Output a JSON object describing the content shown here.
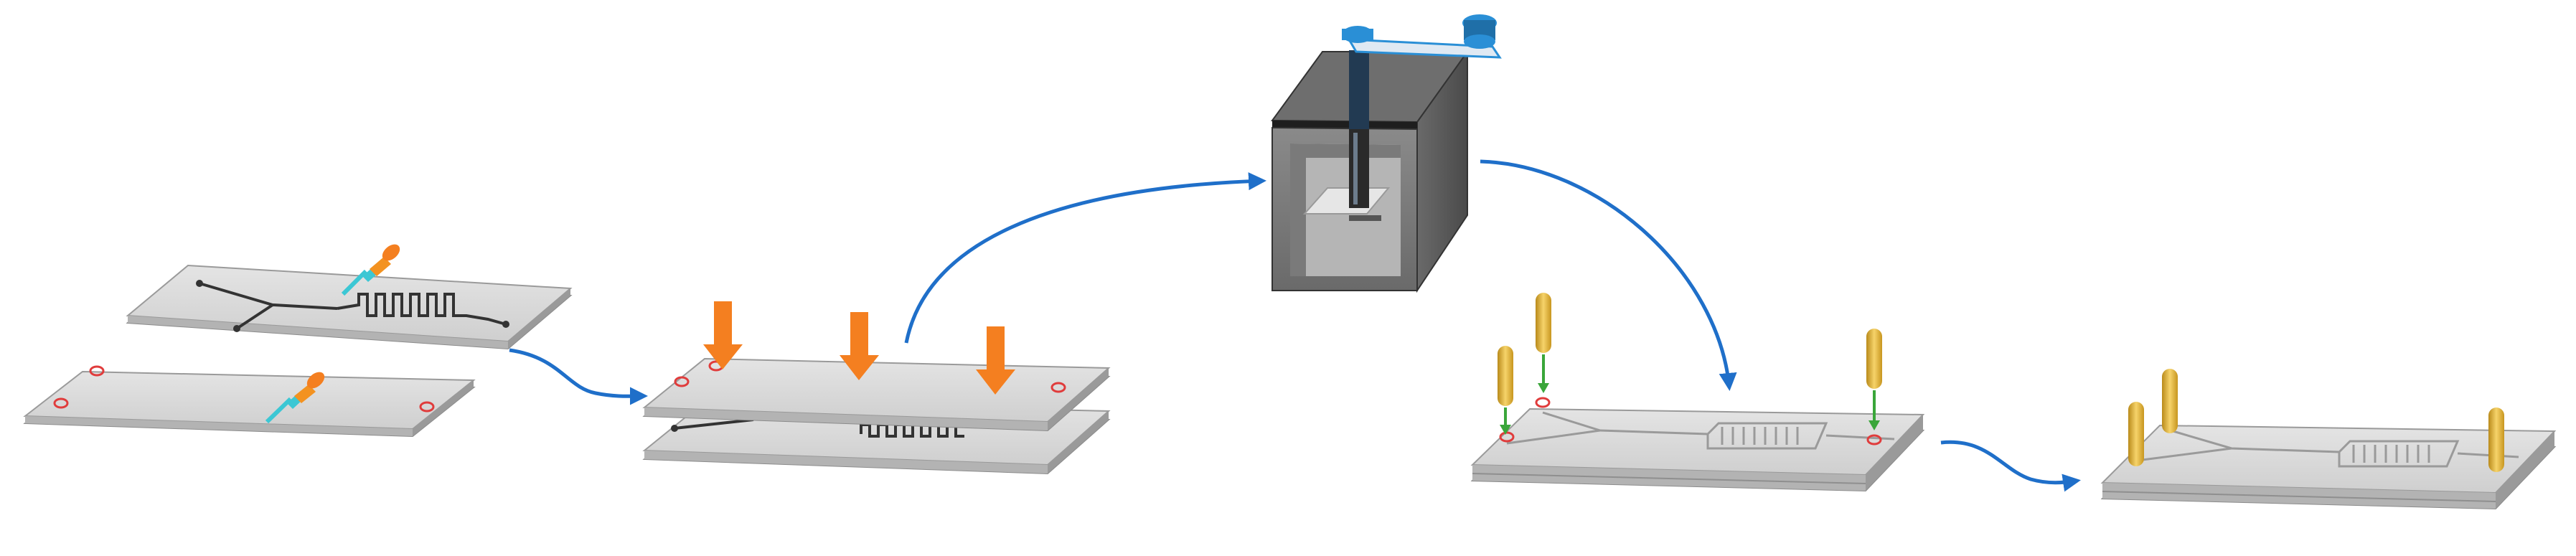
{
  "diagram": {
    "steps": [
      {
        "id": "step-1",
        "description_visible": false
      },
      {
        "id": "step-2",
        "description_visible": false
      },
      {
        "id": "step-3",
        "description_visible": false
      },
      {
        "id": "step-4",
        "description_visible": false
      },
      {
        "id": "step-5",
        "description_visible": false
      }
    ],
    "colors": {
      "slide_top": "#d9d9d9",
      "slide_side": "#a6a6a6",
      "slide_edge": "#8c8c8c",
      "channel": "#333333",
      "hole_ring": "#e03c3c",
      "arrow_blue": "#1f6fc9",
      "press_orange": "#f47f20",
      "dropper_orange": "#f39220",
      "dropper_tip": "#3cc7d4",
      "connector_gold": "#e8b83a",
      "insert_green": "#3aa63a",
      "chamber_dark": "#555555",
      "chamber_light": "#9a9a9a",
      "chamber_lid": "#6e6e6e",
      "tool_blue": "#2a8fd6"
    },
    "icons": [
      "dropper-icon",
      "press-arrow-icon",
      "plasma-chamber-icon",
      "tubing-connector-icon",
      "flow-arrow-icon"
    ]
  }
}
